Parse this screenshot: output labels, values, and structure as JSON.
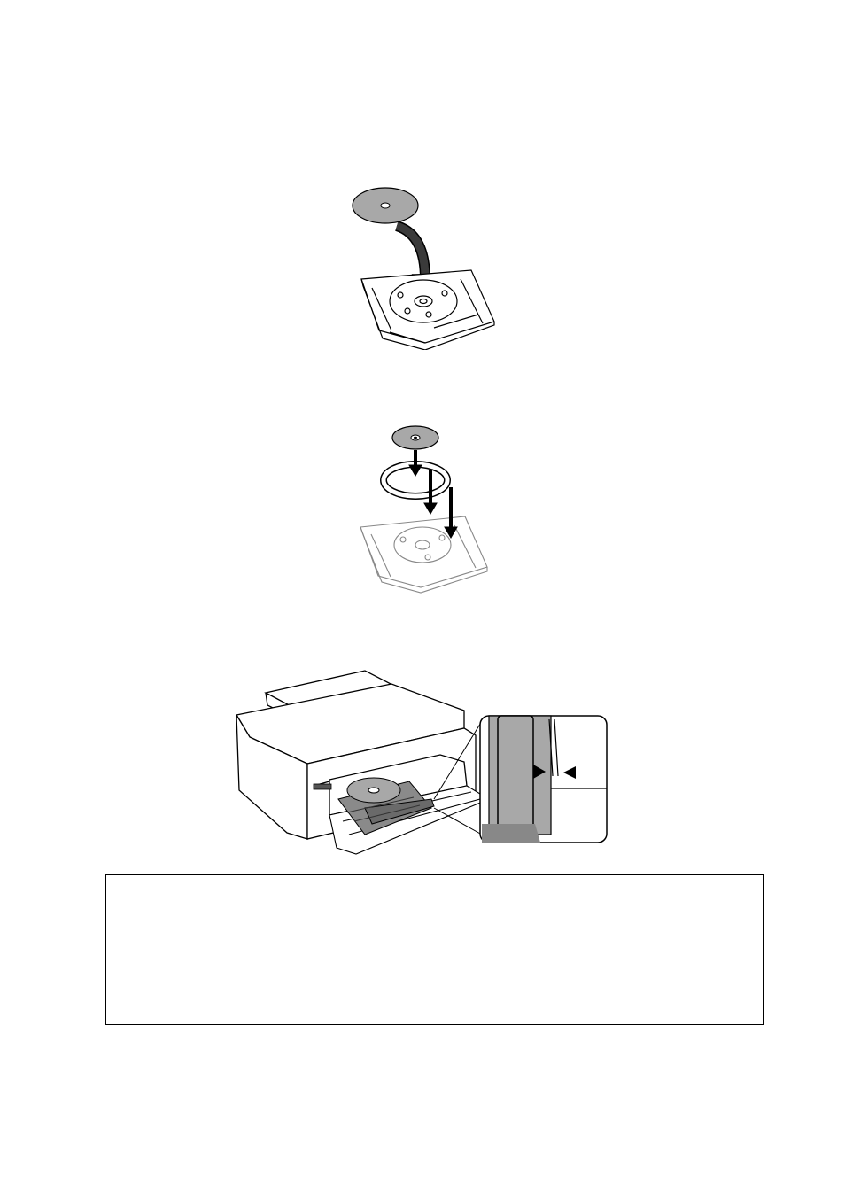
{
  "figures": [
    {
      "id": "load-disc",
      "icon": "disc-into-tray-illustration"
    },
    {
      "id": "load-small-disc",
      "icon": "small-disc-adapter-illustration"
    },
    {
      "id": "insert-tray",
      "icon": "printer-tray-alignment-illustration"
    }
  ],
  "colors": {
    "disc_gray": "#a8a8a8",
    "line": "#000000",
    "background": "#ffffff"
  },
  "note_box": {}
}
